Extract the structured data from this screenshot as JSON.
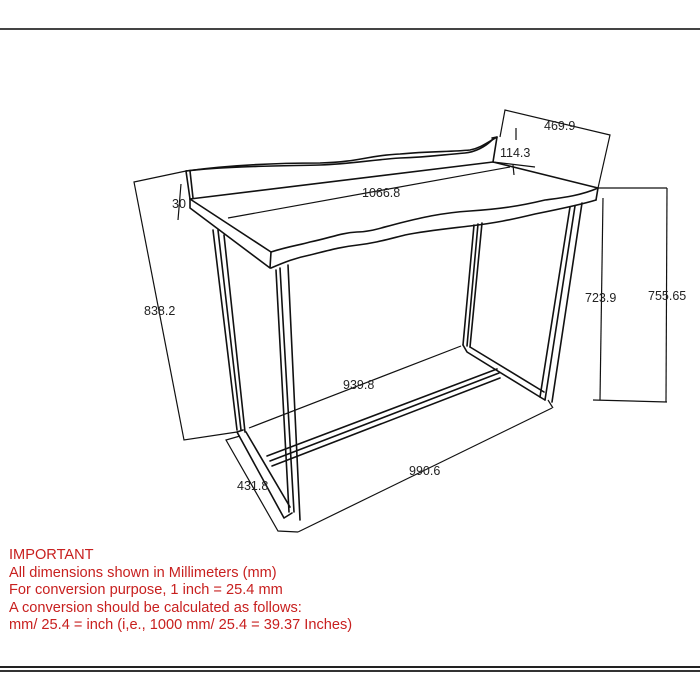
{
  "drawing": {
    "subject": "console-desk",
    "units": "mm",
    "dimensions": {
      "overall_depth_with_backsplash": "469.9",
      "backsplash_height": "114.3",
      "top_thickness": "30",
      "top_width": "1066.8",
      "overall_depth_side": "838.2",
      "under_top_height": "723.9",
      "overall_height": "755.65",
      "base_inner_width": "939.8",
      "base_outer_width": "990.6",
      "base_depth": "431.8"
    }
  },
  "notes": {
    "heading": "IMPORTANT",
    "lines": [
      "All dimensions shown in Millimeters (mm)",
      "For conversion purpose, 1 inch = 25.4 mm",
      "A conversion should be calculated as follows:",
      "mm/ 25.4 = inch (i,e., 1000 mm/ 25.4 = 39.37 Inches)"
    ],
    "color": "#c8201f"
  }
}
